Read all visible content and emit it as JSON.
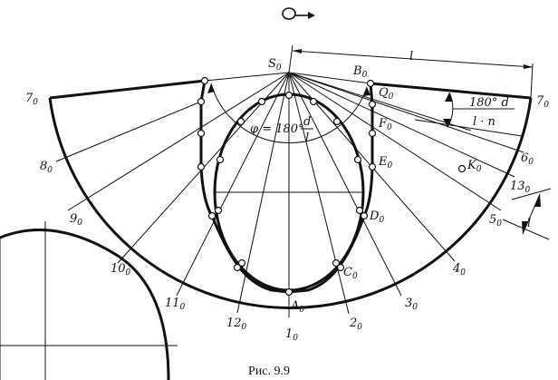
{
  "labels": {
    "s0": "S",
    "l_top": "l",
    "l_side": "l",
    "p7_left": "7",
    "p7_right": "7",
    "p8": "8",
    "p9": "9",
    "p10": "10",
    "p11": "11",
    "p12": "12",
    "p1": "1",
    "p2": "2",
    "p3": "3",
    "p4": "4",
    "p5": "5",
    "p13": "13",
    "p6": "6",
    "a0": "A",
    "b0": "B",
    "c0": "C",
    "d0": "D",
    "e0": "E",
    "f0": "F",
    "q0": "Q",
    "k0": "K",
    "sub0": "0",
    "phi_text": "φ = 180°",
    "phi_num": "d",
    "phi_den": "l",
    "frac_num": "180° d",
    "frac_den": "l · n"
  },
  "caption": "Рис. 9.9"
}
